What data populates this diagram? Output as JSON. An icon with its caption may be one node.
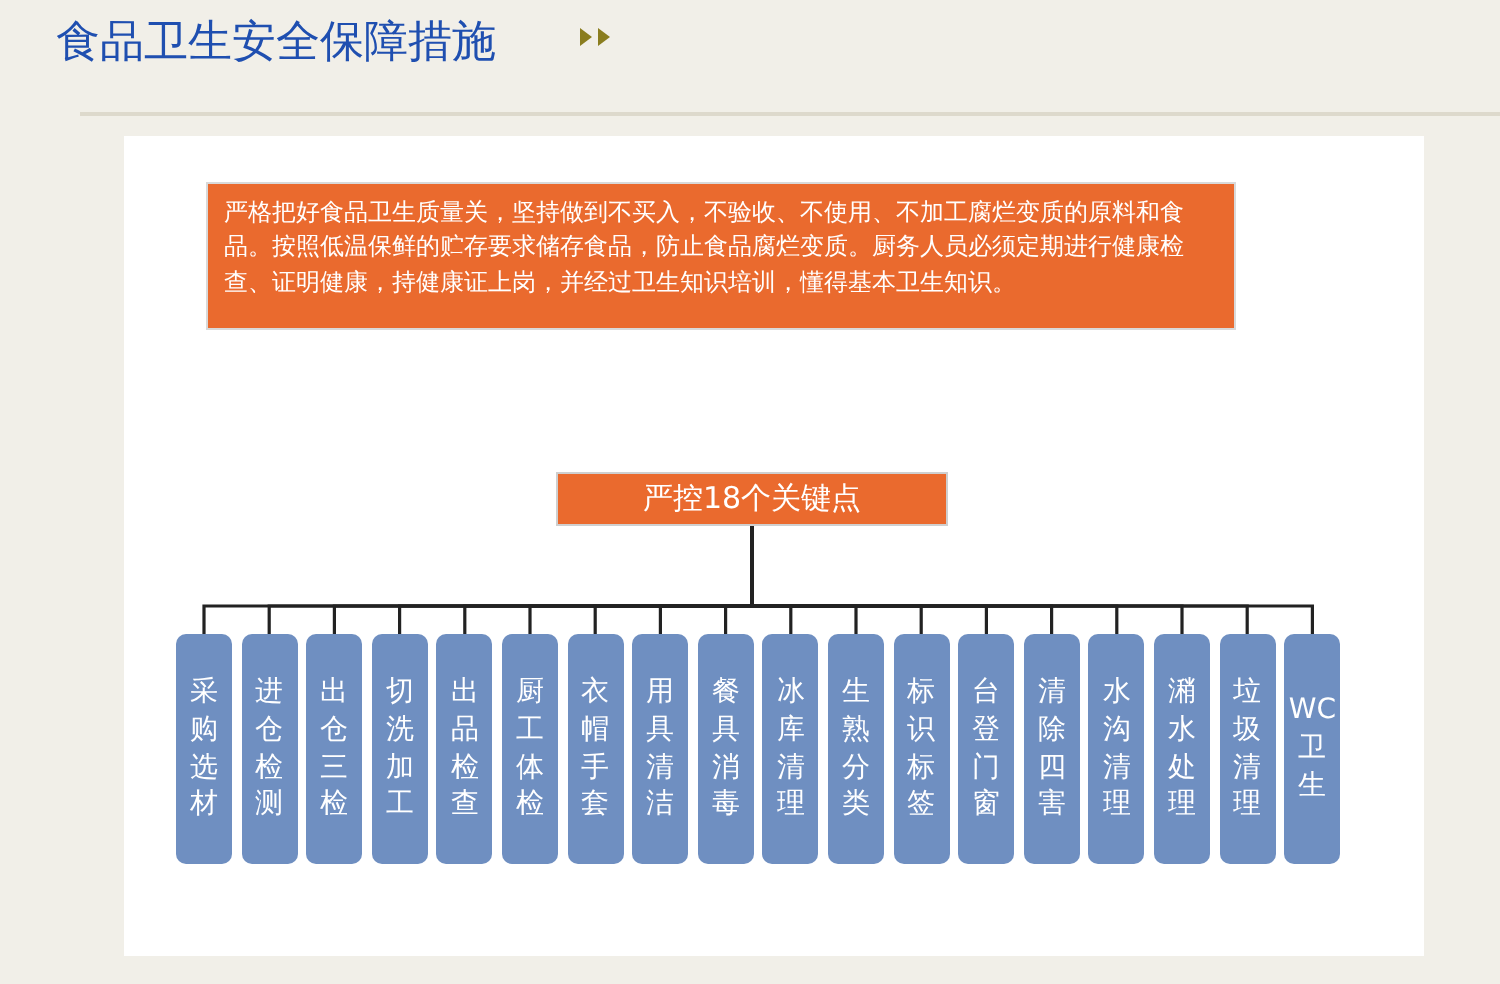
{
  "diagram": {
    "title": "食品卫生安全保障措施",
    "nodes": [
      {
        "text": [
          "严格把好食品卫生质量关，坚持做到不买入，不验收、不使用、不加工腐烂变质的原料和食品。按照低温保鲜的贮存要求储存食品，防止食品腐烂变质。厨务人员必须定期进行健康检查、证明健康，持健康证上岗，并经过卫生知识培训，懂得基本卫生知识。"
        ]
      },
      {
        "text": [
          "严控18个关键点"
        ]
      },
      {
        "text": [
          "采购选材"
        ]
      },
      {
        "text": [
          "进仓检测"
        ]
      },
      {
        "text": [
          "出仓三检"
        ]
      },
      {
        "text": [
          "切洗加工"
        ]
      },
      {
        "text": [
          "出品检查"
        ]
      },
      {
        "text": [
          "厨工体检"
        ]
      },
      {
        "text": [
          "衣帽手套"
        ]
      },
      {
        "text": [
          "用具清洁"
        ]
      },
      {
        "text": [
          "餐具消毒"
        ]
      },
      {
        "text": [
          "冰库清理"
        ]
      },
      {
        "text": [
          "生熟分类"
        ]
      },
      {
        "text": [
          "标识标签"
        ]
      },
      {
        "text": [
          "台登门窗"
        ]
      },
      {
        "text": [
          "清除四害"
        ]
      },
      {
        "text": [
          "水沟清理"
        ]
      },
      {
        "text": [
          "潲水处理"
        ]
      },
      {
        "text": [
          "垃圾清理"
        ]
      },
      {
        "text": [
          "WC 卫生"
        ]
      }
    ],
    "edges": [
      {
        "from": 1,
        "to": 2,
        "arrow": "none"
      },
      {
        "from": 1,
        "to": 3,
        "arrow": "none"
      },
      {
        "from": 1,
        "to": 4,
        "arrow": "none"
      },
      {
        "from": 1,
        "to": 5,
        "arrow": "none"
      },
      {
        "from": 1,
        "to": 6,
        "arrow": "none"
      },
      {
        "from": 1,
        "to": 7,
        "arrow": "none"
      },
      {
        "from": 1,
        "to": 8,
        "arrow": "none"
      },
      {
        "from": 1,
        "to": 9,
        "arrow": "none"
      },
      {
        "from": 1,
        "to": 10,
        "arrow": "none"
      },
      {
        "from": 1,
        "to": 11,
        "arrow": "none"
      },
      {
        "from": 1,
        "to": 12,
        "arrow": "none"
      },
      {
        "from": 1,
        "to": 13,
        "arrow": "none"
      },
      {
        "from": 1,
        "to": 14,
        "arrow": "none"
      },
      {
        "from": 1,
        "to": 15,
        "arrow": "none"
      },
      {
        "from": 1,
        "to": 16,
        "arrow": "none"
      },
      {
        "from": 1,
        "to": 17,
        "arrow": "none"
      },
      {
        "from": 1,
        "to": 18,
        "arrow": "none"
      },
      {
        "from": 1,
        "to": 19,
        "arrow": "none"
      }
    ]
  }
}
